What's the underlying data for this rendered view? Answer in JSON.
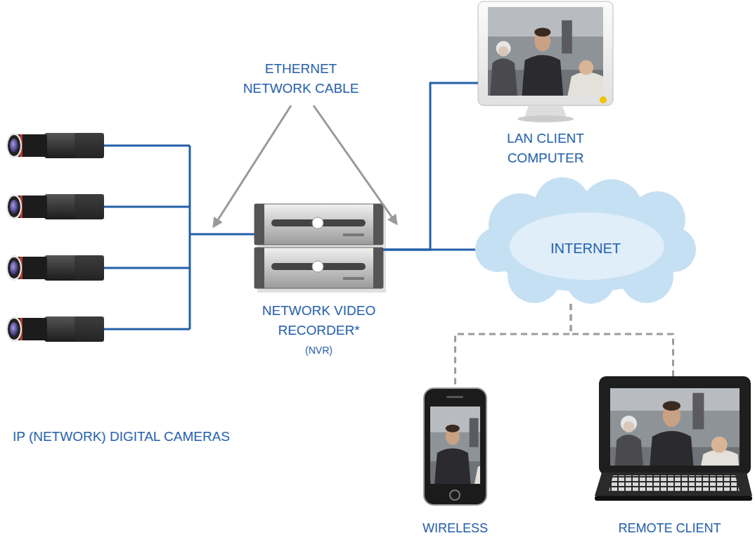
{
  "diagram": {
    "nodes": [
      {
        "text": [
          "IP (NETWORK) DIGITAL CAMERAS"
        ]
      },
      {
        "text": [
          "NETWORK VIDEO RECORDER*",
          "(NVR)"
        ]
      },
      {
        "text": [
          "LAN CLIENT COMPUTER"
        ]
      },
      {
        "text": [
          "INTERNET"
        ]
      },
      {
        "text": [
          "WIRELESS"
        ]
      },
      {
        "text": [
          "REMOTE CLIENT"
        ]
      }
    ],
    "edges": [
      {
        "from": 0,
        "to": 1,
        "arrow": "none"
      },
      {
        "from": 1,
        "to": 2,
        "arrow": "none"
      },
      {
        "from": 1,
        "to": 3,
        "arrow": "none"
      },
      {
        "from": 3,
        "to": 4,
        "arrow": "none"
      },
      {
        "from": 3,
        "to": 5,
        "arrow": "none"
      }
    ],
    "labels": [
      "ETHERNET NETWORK CABLE"
    ]
  }
}
